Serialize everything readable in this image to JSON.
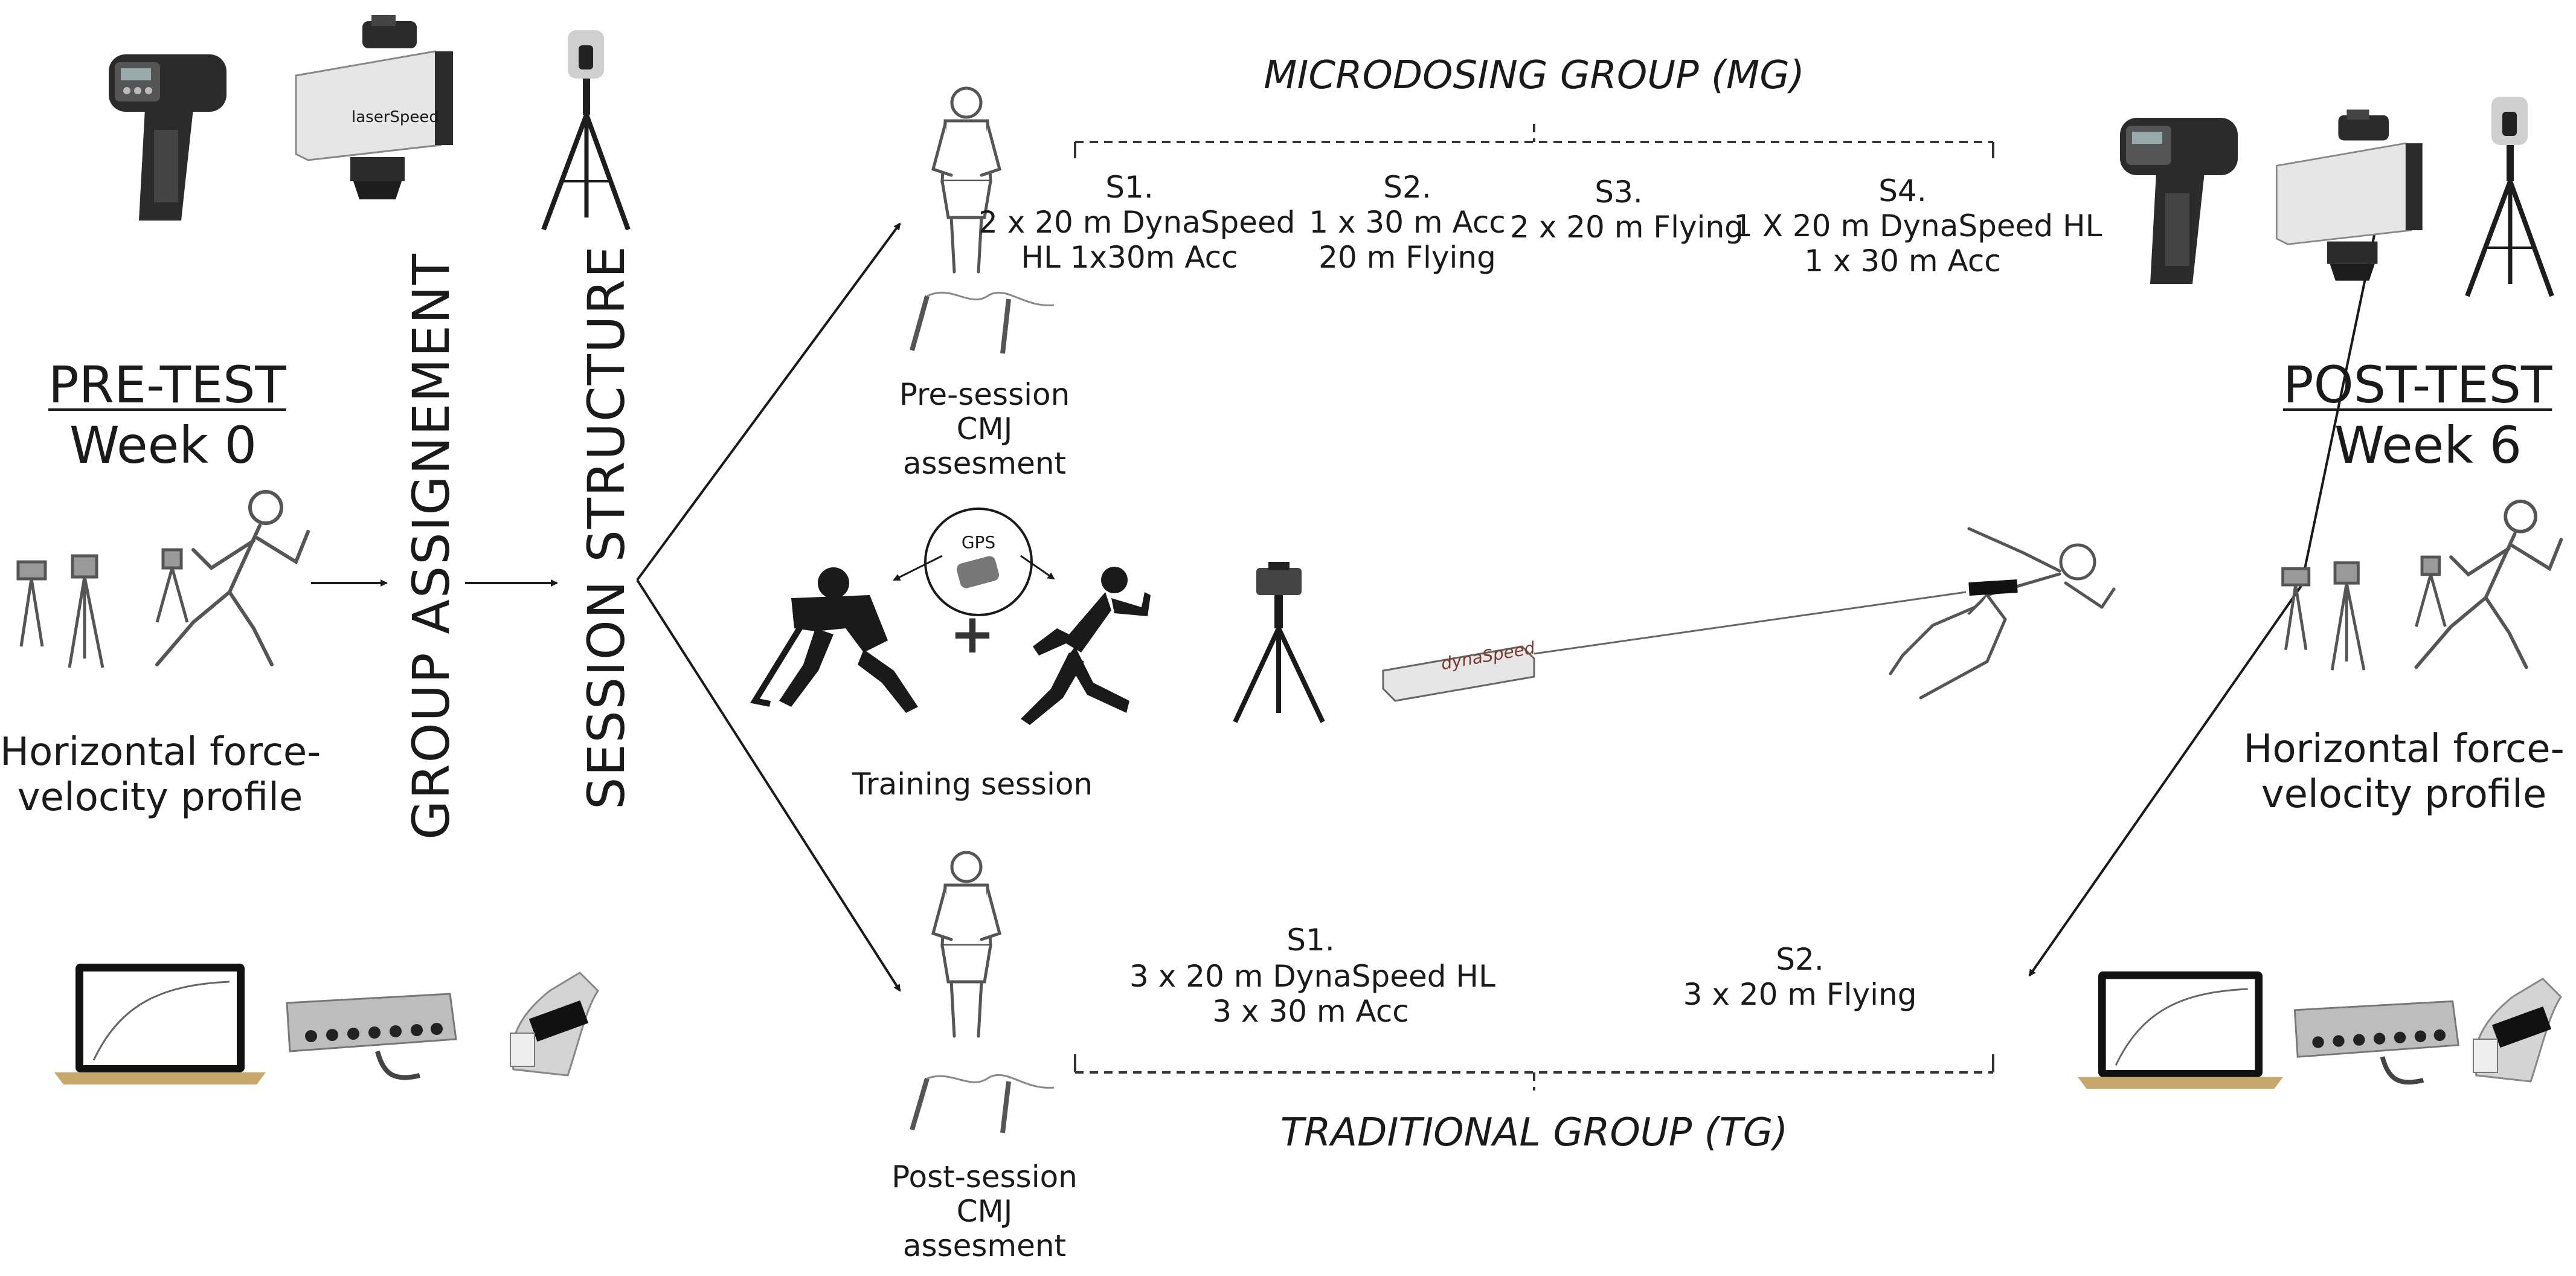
{
  "pre_test": {
    "title": "PRE-TEST",
    "week": "Week 0",
    "profile_line1": "Horizontal force-",
    "profile_line2": "velocity profile"
  },
  "post_test": {
    "title": "POST-TEST",
    "week": "Week 6",
    "profile_line1": "Horizontal force-",
    "profile_line2": "velocity profile"
  },
  "group_assignment": "GROUP ASSIGNEMENT",
  "session_structure": "SESSION STRUCTURE",
  "microdosing_group": {
    "name": "MICRODOSING GROUP (MG)",
    "sessions": [
      {
        "id": "S1.",
        "line1": "2 x 20 m DynaSpeed",
        "line2": "HL 1x30m Acc"
      },
      {
        "id": "S2.",
        "line1": "1 x 30 m Acc",
        "line2": "20 m Flying"
      },
      {
        "id": "S3.",
        "line1": "2 x 20 m Flying",
        "line2": ""
      },
      {
        "id": "S4.",
        "line1": "1 X 20 m DynaSpeed HL",
        "line2": "1 x 30 m Acc"
      }
    ]
  },
  "traditional_group": {
    "name": "TRADITIONAL GROUP (TG)",
    "sessions": [
      {
        "id": "S1.",
        "line1": "3 x 20 m DynaSpeed HL",
        "line2": "3 x 30 m Acc"
      },
      {
        "id": "S2.",
        "line1": "3 x 20 m Flying",
        "line2": ""
      }
    ]
  },
  "pre_session_cmj": {
    "line1": "Pre-session",
    "line2": "CMJ",
    "line3": "assesment"
  },
  "post_session_cmj": {
    "line1": "Post-session",
    "line2": "CMJ",
    "line3": "assesment"
  },
  "training_session": "Training session",
  "gps_label": "GPS",
  "plus_sign": "+",
  "device_labels": {
    "laser_brand": "laserSpeed",
    "dynaspeed_brand": "dynaSpeed"
  },
  "colors": {
    "ink": "#1a1a1a",
    "device_dark": "#2b2b2b",
    "device_light": "#e6e6e6",
    "laptop_gold": "#c8a86a"
  }
}
